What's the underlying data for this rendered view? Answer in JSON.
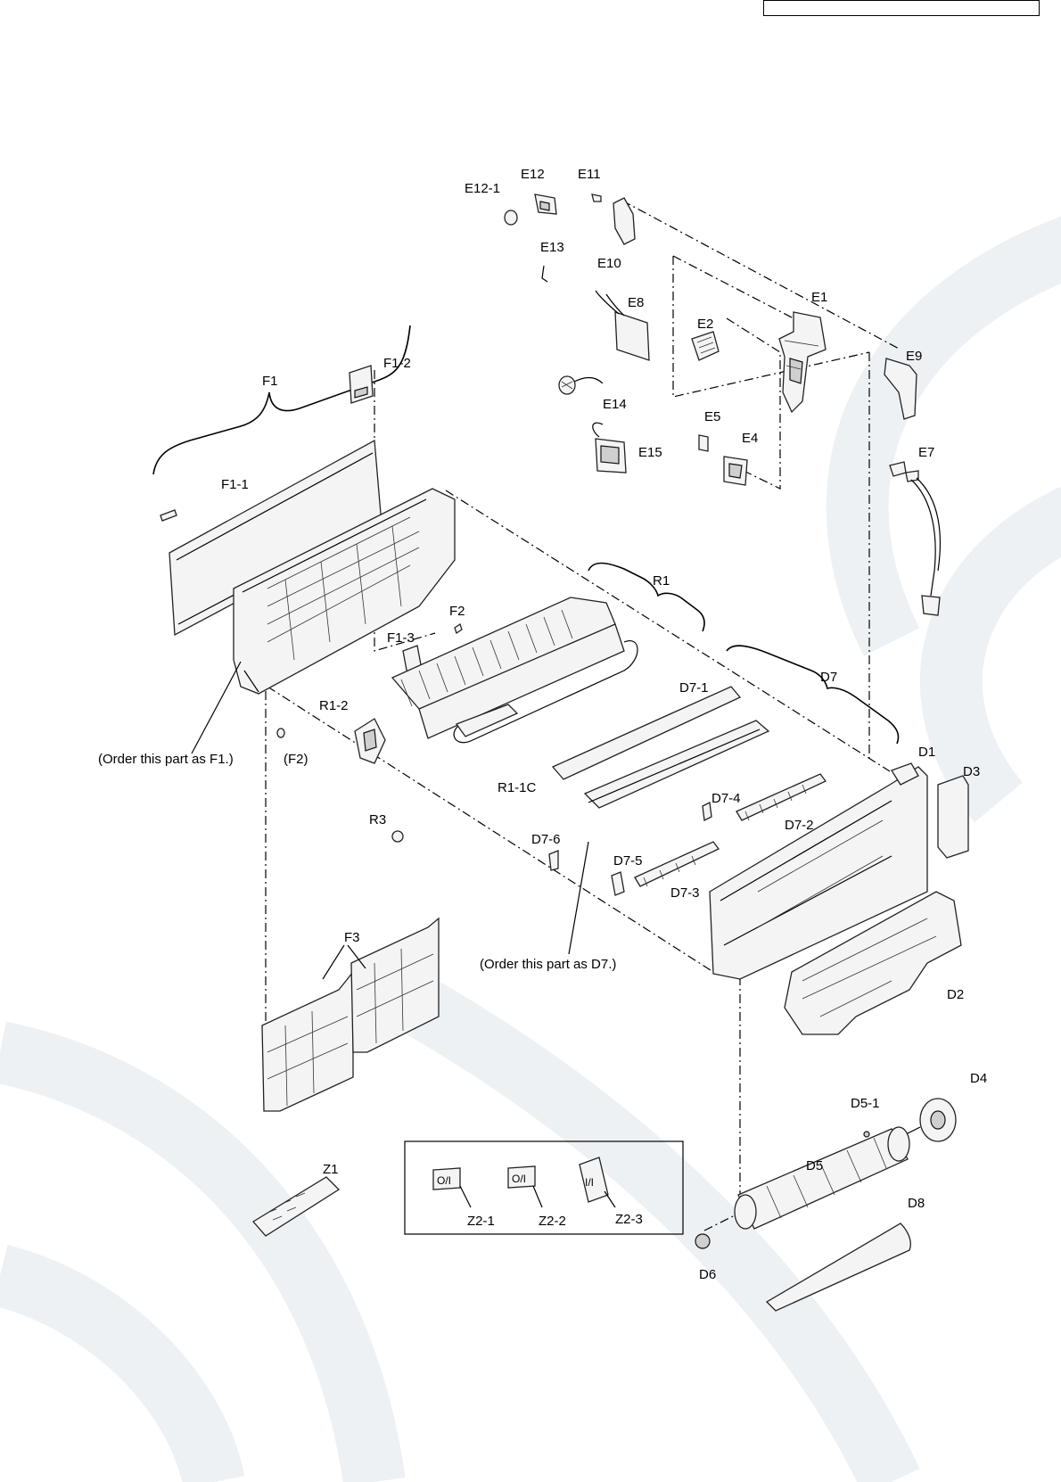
{
  "header_box_text": "",
  "labels": {
    "E12-1": "E12-1",
    "E12": "E12",
    "E11": "E11",
    "E10": "E10",
    "E13": "E13",
    "E8": "E8",
    "E2": "E2",
    "E1": "E1",
    "E9": "E9",
    "E14": "E14",
    "E5": "E5",
    "E4": "E4",
    "E15": "E15",
    "E7": "E7",
    "F1": "F1",
    "F1-2": "F1-2",
    "F1-1": "F1-1",
    "F1-3": "F1-3",
    "F2": "F2",
    "F2b": "(F2)",
    "R1": "R1",
    "R1-2": "R1-2",
    "R1-1C": "R1-1C",
    "R3": "R3",
    "D7": "D7",
    "D7-1": "D7-1",
    "D7-2": "D7-2",
    "D7-3": "D7-3",
    "D7-4": "D7-4",
    "D7-5": "D7-5",
    "D7-6": "D7-6",
    "D1": "D1",
    "D3": "D3",
    "D2": "D2",
    "F3": "F3",
    "D4": "D4",
    "D5-1": "D5-1",
    "D5": "D5",
    "D8": "D8",
    "D6": "D6",
    "Z1": "Z1",
    "Z2-1": "Z2-1",
    "Z2-2": "Z2-2",
    "Z2-3": "Z2-3"
  },
  "notes": {
    "order_f1": "(Order this part as F1.)",
    "order_d7": "(Order this part as D7.)"
  },
  "manual_marks": {
    "z2_1": "O/I",
    "z2_2": "O/I",
    "z2_3": "I/I"
  },
  "colors": {
    "ink": "#000000",
    "part_fill": "#f4f4f4",
    "watermark": "#eef1f4"
  }
}
